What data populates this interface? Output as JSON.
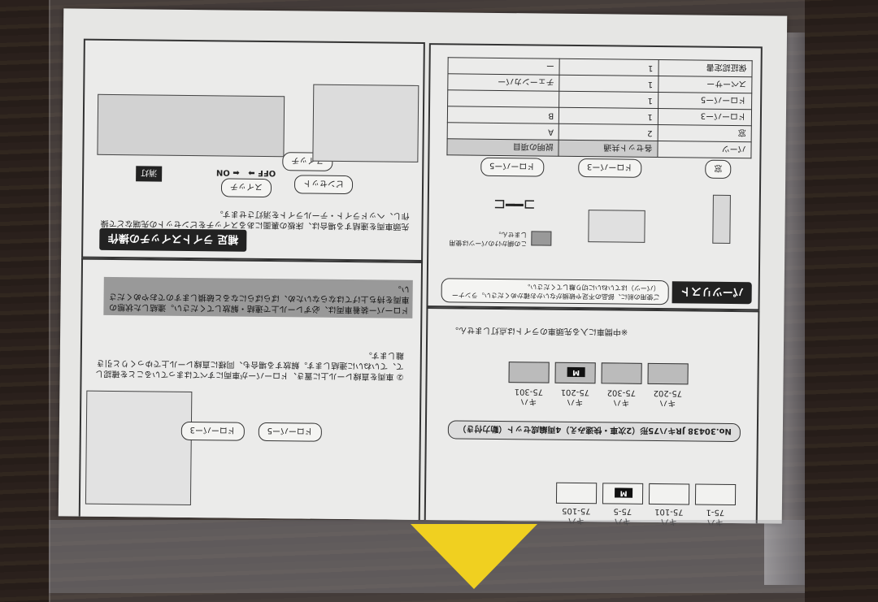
{
  "colors": {
    "background": "#2b221e",
    "paper": "#e6e6e4",
    "tab": "#f0d020"
  },
  "parts": {
    "header": "パーツリスト",
    "notice": "ご使用の前に、部品の不足や破損がないかお確かめください。ランナー（パーツ）はていねいに切り離してください。",
    "labels": [
      "窓",
      "ドローバー3",
      "ドローバー5"
    ],
    "unused_note": "この網かけのパーツは使用しません。",
    "table": {
      "headers": [
        "パーツ",
        "各セット共通",
        "説明の項目"
      ],
      "rows": [
        [
          "窓",
          "2",
          "A"
        ],
        [
          "ドローバー3",
          "1",
          "B"
        ],
        [
          "ドローバー5",
          "1",
          ""
        ],
        [
          "スペーサー",
          "1",
          "チェーンカバー"
        ],
        [
          "保証認定書",
          "1",
          "ー"
        ]
      ]
    }
  },
  "formation": {
    "set1": {
      "cars": [
        {
          "type": "キハ",
          "no": "75-1"
        },
        {
          "type": "キハ",
          "no": "75-101"
        },
        {
          "type": "キハ",
          "no": "75-5",
          "motor": true
        },
        {
          "type": "キハ",
          "no": "75-105"
        }
      ]
    },
    "set2_title": "No.30438 JRキハ75形（2次車・快速みえ）4両編成セット（動力付き）",
    "set2": {
      "cars": [
        {
          "type": "キハ",
          "no": "75-202"
        },
        {
          "type": "キハ",
          "no": "75-302"
        },
        {
          "type": "キハ",
          "no": "75-201",
          "motor": true
        },
        {
          "type": "キハ",
          "no": "75-301"
        }
      ]
    },
    "motor_label": "M",
    "note": "※中間車に入る先頭車のライトは点灯しません。"
  },
  "light": {
    "header": "ライトスイッチの操作",
    "badge": "補足",
    "body": "先頭車両を連結する場合は、床板の裏面にあるスイッチをピンセットの先端などで操作し、ヘッドライト・テールライトを消灯させます。",
    "labels": [
      "スイッチ",
      "ピンセット"
    ],
    "off": "OFF",
    "on": "ON",
    "lamp": "消灯"
  },
  "drawbar": {
    "warning": "ドローバー装着車両は、必ずレール上で連結・解放してください。連結した状態の車両を持ち上げてはならないため、ばらばらになると破損しますのでおやめください。",
    "step": "② 車両を直線レール上に置き、ドローバーが車両にすべてはまっていることを確認して、ていねいに連結します。解放する場合も、同様に直線レール上でゆっくりと引き離します。",
    "labels": [
      "ドローバー3",
      "ドローバー5"
    ]
  }
}
